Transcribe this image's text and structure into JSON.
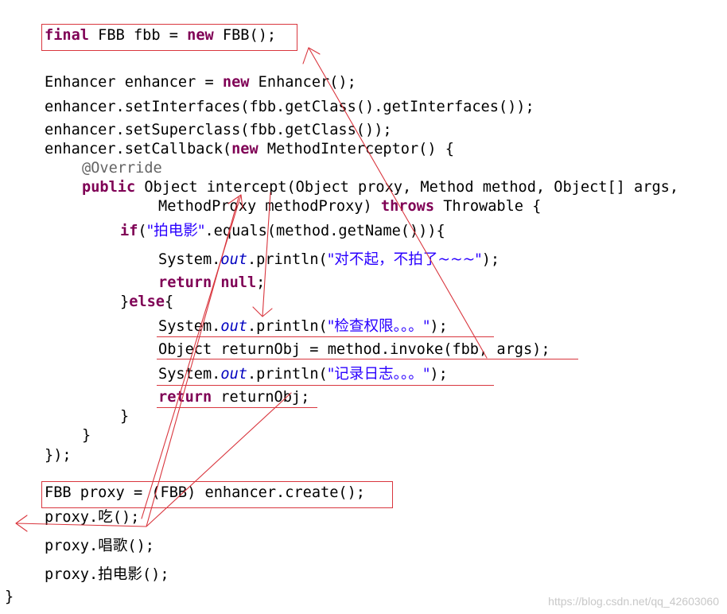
{
  "code": {
    "l1": {
      "kw": "final",
      "rest": " FBB fbb = ",
      "kw2": "new",
      "rest2": " FBB();"
    },
    "l2": {
      "a": "Enhancer enhancer = ",
      "kw": "new",
      "b": " Enhancer();"
    },
    "l3": "enhancer.setInterfaces(fbb.getClass().getInterfaces());",
    "l4": "enhancer.setSuperclass(fbb.getClass());",
    "l5": {
      "a": "enhancer.setCallback(",
      "kw": "new",
      "b": " MethodInterceptor() {"
    },
    "l6": "@Override",
    "l7": {
      "kw": "public",
      "b": " Object intercept(Object proxy, Method method, Object[] args,"
    },
    "l8": {
      "a": "MethodProxy methodProxy) ",
      "kw": "throws",
      "b": " Throwable {"
    },
    "l9": {
      "kw": "if",
      "a": "(",
      "str": "\"拍电影\"",
      "b": ".equals(method.getName())){"
    },
    "l10": {
      "a": "System.",
      "fld": "out",
      "b": ".println(",
      "str": "\"对不起，不拍了~~~\"",
      "c": ");"
    },
    "l11": {
      "kw": "return",
      "sp": " ",
      "kw2": "null",
      "b": ";"
    },
    "l12": {
      "a": "}",
      "kw": "else",
      "b": "{"
    },
    "l13": {
      "a": "System.",
      "fld": "out",
      "b": ".println(",
      "str": "\"检查权限。。。\"",
      "c": ");"
    },
    "l14": "Object returnObj = method.invoke(fbb, args);",
    "l15": {
      "a": "System.",
      "fld": "out",
      "b": ".println(",
      "str": "\"记录日志。。。\"",
      "c": ");"
    },
    "l16": {
      "kw": "return",
      "b": " returnObj;"
    },
    "l17": "}",
    "l18": "}",
    "l19": "});",
    "l20": "FBB proxy = (FBB) enhancer.create();",
    "l21": {
      "a": "proxy.",
      "cjk": "吃",
      "b": "();"
    },
    "l22": {
      "a": "proxy.",
      "cjk": "唱歌",
      "b": "();"
    },
    "l23": {
      "a": "proxy.",
      "cjk": "拍电影",
      "b": "();"
    },
    "l24": "}"
  },
  "watermark": "https://blog.csdn.net/qq_42603060",
  "colors": {
    "keyword": "#7f0055",
    "string": "#2a00ff",
    "field": "#0000c0",
    "annotation": "#646464",
    "annotation_mark": "#d9363e"
  }
}
